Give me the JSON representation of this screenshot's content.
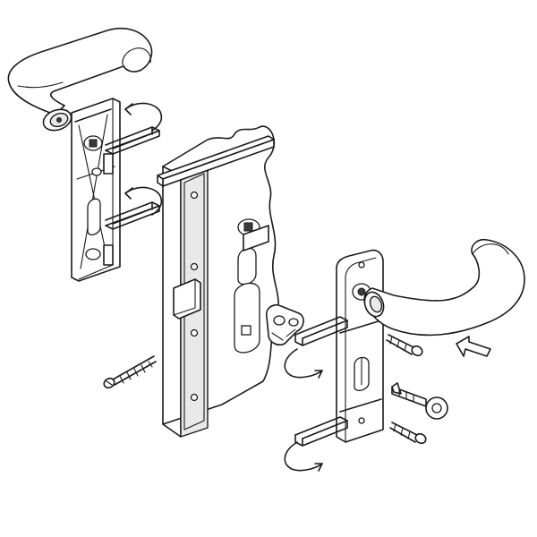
{
  "diagram": {
    "type": "exploded-assembly-illustration",
    "components": [
      "left-lever-handle",
      "left-backplate",
      "left-mounting-bolts",
      "door-leaf-with-mortise-lock",
      "square-spindle",
      "cylinder-adapter",
      "right-backplate",
      "right-lever-handle",
      "fixing-screws",
      "key",
      "rotation-arrows",
      "insertion-arrow"
    ]
  }
}
